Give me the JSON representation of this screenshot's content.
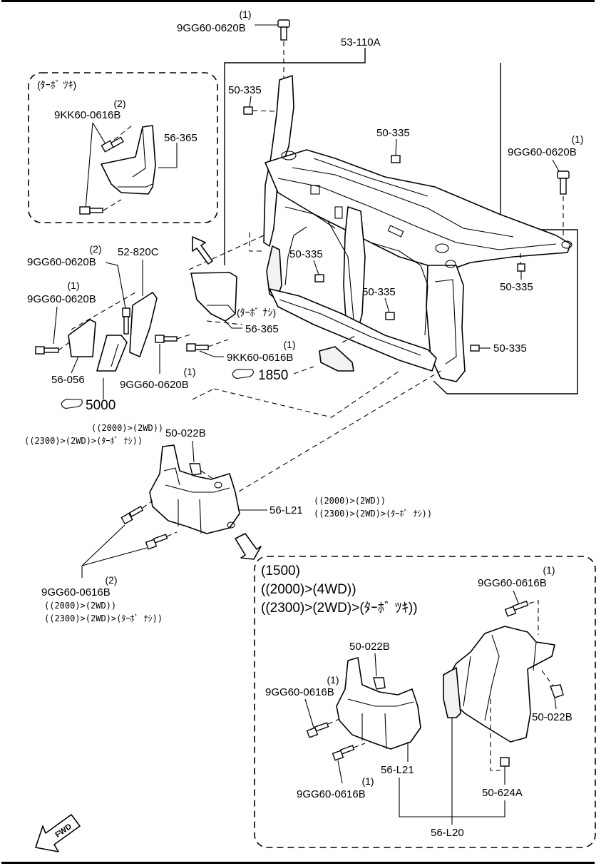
{
  "labels": {
    "top_qty": "(1)",
    "top_bolt": "9GG60-0620B",
    "assembly": "53-110A",
    "upper_box_cond": "(ﾀｰﾎﾞ ﾂｷ)",
    "box_qty": "(2)",
    "box_bolt": "9KK60-0616B",
    "box_part": "56-365",
    "clip_a": "50-335",
    "clip_b": "50-335",
    "right_qty": "(1)",
    "right_bolt": "9GG60-0620B",
    "clip_c": "50-335",
    "clip_d": "50-335",
    "clip_e": "50-335",
    "clip_f": "50-335",
    "left_qty2": "(2)",
    "left_bolt1": "9GG60-0620B",
    "latch": "52-820C",
    "left_qty1": "(1)",
    "left_bolt2": "9GG60-0620B",
    "deflector_cond": "(ﾀｰﾎﾞ ﾅｼ)",
    "deflector": "56-365",
    "kk_qty": "(1)",
    "kk_bolt": "9KK60-0616B",
    "ref_1850": "1850",
    "bracket_056": "56-056",
    "lower_qty1": "(1)",
    "lower_bolt": "9GG60-0620B",
    "ref_5000": "5000",
    "cond_2000_2wd": "((2000)>(2WD))",
    "cond_2300_2wd_noturbo": "((2300)>(2WD)>(ﾀｰﾎﾞ ﾅｼ))",
    "clip_022b": "50-022B",
    "duct": "56-L21",
    "duct_cond1": "((2000)>(2WD))",
    "duct_cond2": "((2300)>(2WD)>(ﾀｰﾎﾞ ﾅｼ))",
    "b_qty": "(2)",
    "b_bolt": "9GG60-0616B",
    "b_cond1": "((2000)>(2WD))",
    "b_cond2": "((2300)>(2WD)>(ﾀｰﾎﾞ ﾅｼ))",
    "lr_cond1": "(1500)",
    "lr_cond2": "((2000)>(4WD))",
    "lr_cond3": "((2300)>(2WD)>(ﾀｰﾎﾞ ﾂｷ))",
    "lr_top_qty": "(1)",
    "lr_top_bolt": "9GG60-0616B",
    "lr_clip_a": "50-022B",
    "lr_qty_a": "(1)",
    "lr_bolt_a": "9GG60-0616B",
    "lr_clip_b": "50-022B",
    "lr_duct": "56-L21",
    "lr_qty_b": "(1)",
    "lr_bolt_b": "9GG60-0616B",
    "lr_624": "50-624A",
    "lr_l20": "56-L20",
    "fwd": "FWD"
  }
}
